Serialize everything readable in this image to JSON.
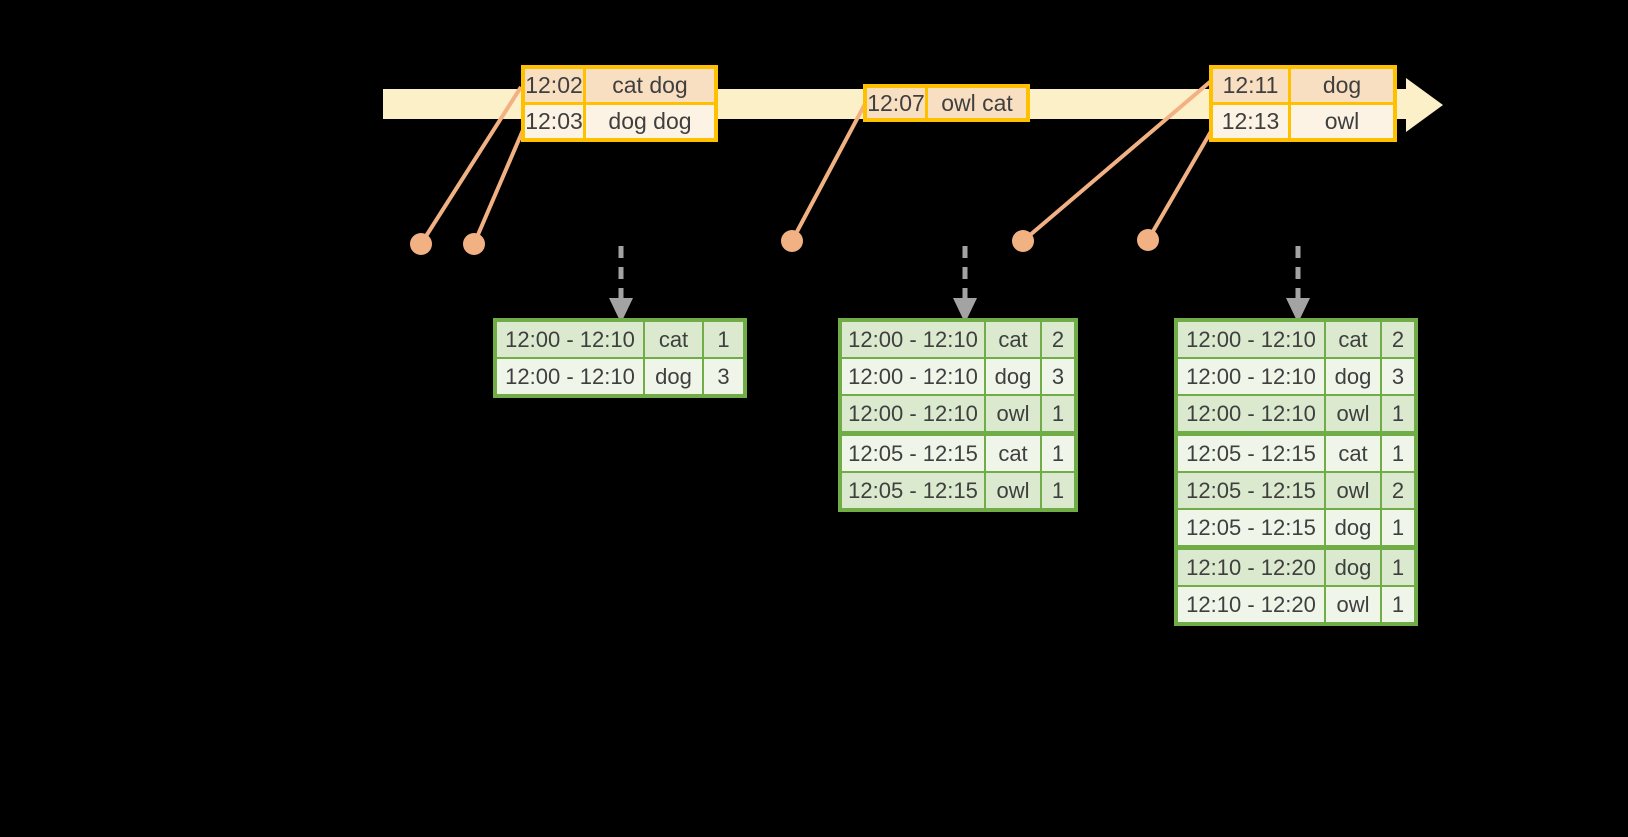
{
  "palette": {
    "background": "#000000",
    "band": "#FCF0C9",
    "gold": "#FFC000",
    "peach_dark": "#F9DFC2",
    "peach_light": "#FDF3E4",
    "salmon": "#F2B183",
    "arrow_gray": "#A3A3A3",
    "green": "#70AD47",
    "green_dark": "#DBE9CE",
    "green_light": "#EFF5E9",
    "text": "#3F3F3F"
  },
  "timeline": {
    "events": [
      {
        "rows": [
          {
            "time": "12:02",
            "words": "cat dog"
          },
          {
            "time": "12:03",
            "words": "dog dog"
          }
        ]
      },
      {
        "rows": [
          {
            "time": "12:07",
            "words": "owl cat"
          }
        ]
      },
      {
        "rows": [
          {
            "time": "12:11",
            "words": "dog"
          },
          {
            "time": "12:13",
            "words": "owl"
          }
        ]
      }
    ]
  },
  "result_tables": [
    {
      "rows": [
        {
          "window": "12:00 - 12:10",
          "word": "cat",
          "count": "1"
        },
        {
          "window": "12:00 - 12:10",
          "word": "dog",
          "count": "3"
        }
      ]
    },
    {
      "rows": [
        {
          "window": "12:00 - 12:10",
          "word": "cat",
          "count": "2"
        },
        {
          "window": "12:00 - 12:10",
          "word": "dog",
          "count": "3"
        },
        {
          "window": "12:00 - 12:10",
          "word": "owl",
          "count": "1"
        },
        {
          "window": "12:05 - 12:15",
          "word": "cat",
          "count": "1"
        },
        {
          "window": "12:05 - 12:15",
          "word": "owl",
          "count": "1"
        }
      ]
    },
    {
      "rows": [
        {
          "window": "12:00 - 12:10",
          "word": "cat",
          "count": "2"
        },
        {
          "window": "12:00 - 12:10",
          "word": "dog",
          "count": "3"
        },
        {
          "window": "12:00 - 12:10",
          "word": "owl",
          "count": "1"
        },
        {
          "window": "12:05 - 12:15",
          "word": "cat",
          "count": "1"
        },
        {
          "window": "12:05 - 12:15",
          "word": "owl",
          "count": "2"
        },
        {
          "window": "12:05 - 12:15",
          "word": "dog",
          "count": "1"
        },
        {
          "window": "12:10 - 12:20",
          "word": "dog",
          "count": "1"
        },
        {
          "window": "12:10 - 12:20",
          "word": "owl",
          "count": "1"
        }
      ]
    }
  ]
}
